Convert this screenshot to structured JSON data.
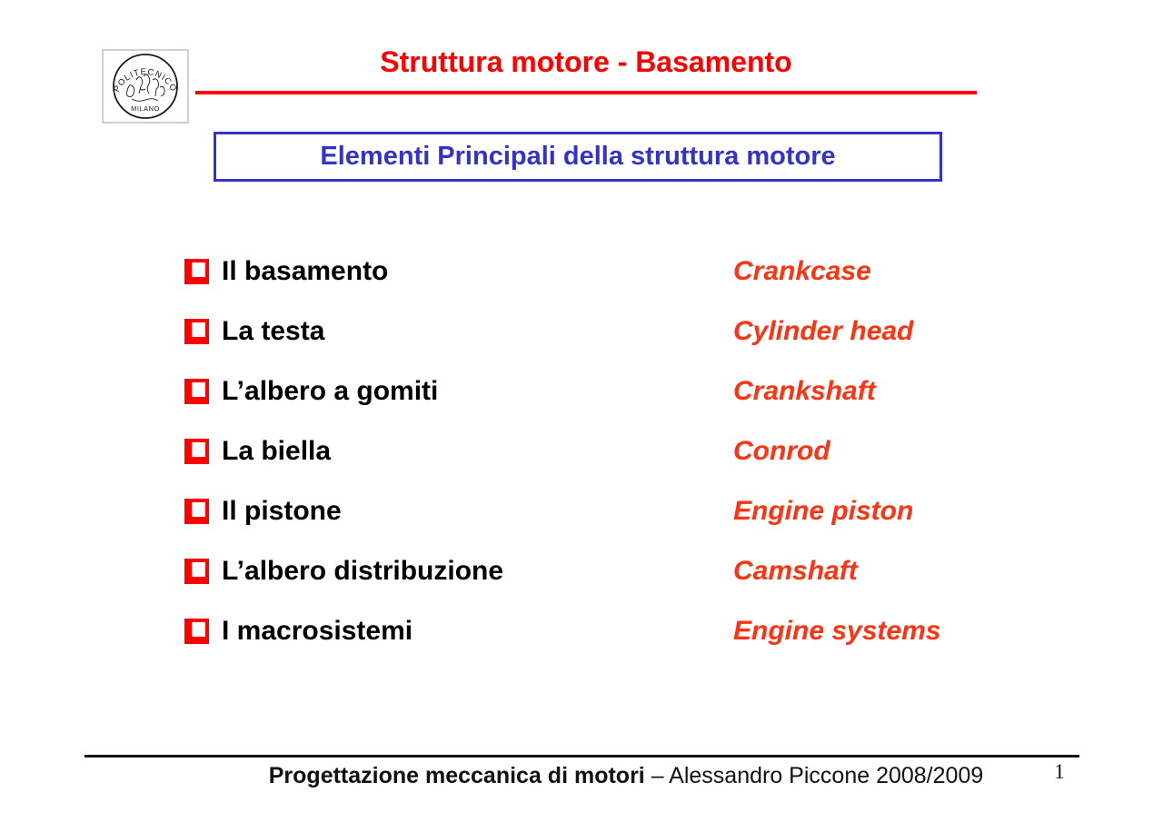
{
  "header": {
    "title": "Struttura motore - Basamento"
  },
  "logo": {
    "top": "POLITECNICO",
    "bottom": "MILANO"
  },
  "subtitle_box": {
    "text": "Elementi Principali della struttura motore"
  },
  "list": {
    "items": [
      {
        "italian": "Il basamento",
        "english": "Crankcase"
      },
      {
        "italian": "La testa",
        "english": "Cylinder head"
      },
      {
        "italian": "L’albero a gomiti",
        "english": "Crankshaft"
      },
      {
        "italian": "La biella",
        "english": "Conrod"
      },
      {
        "italian": "Il pistone",
        "english": "Engine piston"
      },
      {
        "italian": "L’albero distribuzione",
        "english": "Camshaft"
      },
      {
        "italian": "I macrosistemi",
        "english": "Engine systems"
      }
    ]
  },
  "footer": {
    "course": "Progettazione meccanica di motori",
    "author": " – Alessandro Piccone 2008/2009",
    "page_number": "1"
  },
  "colors": {
    "title_red": "#ff0000",
    "english_red": "#ff3311",
    "box_blue": "#3333cc",
    "bullet_red": "#ff0000",
    "text_black": "#000000"
  }
}
